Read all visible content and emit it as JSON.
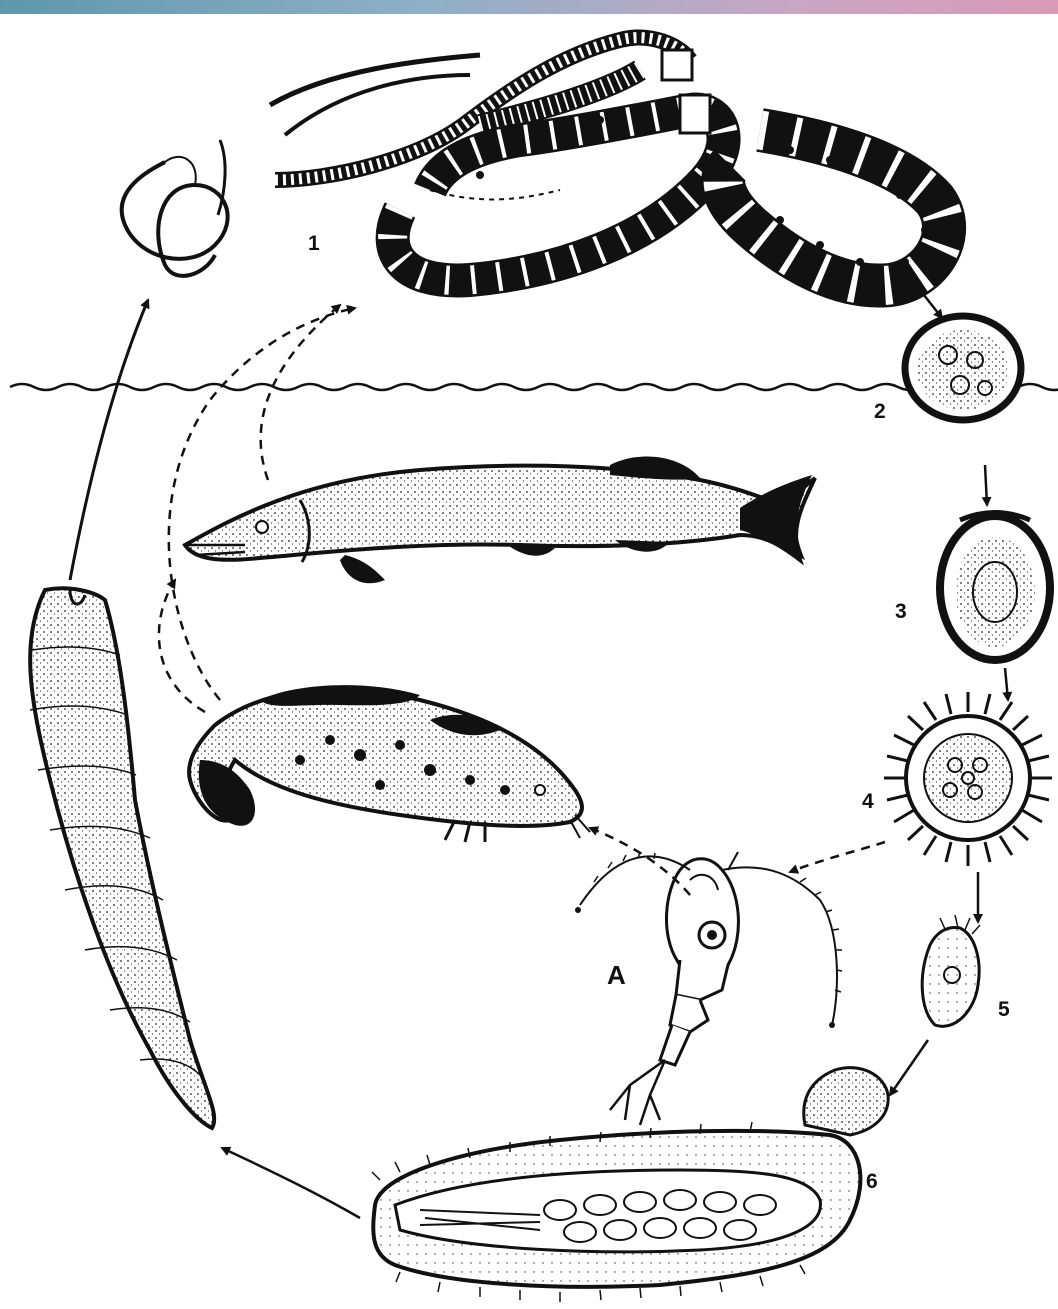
{
  "labels": {
    "stage_1": "1",
    "stage_2": "2",
    "stage_3": "3",
    "stage_4": "4",
    "stage_5": "5",
    "stage_6": "6",
    "host_a": "A"
  },
  "colors": {
    "ink": "#111111",
    "topbar_start": "#5f97ad",
    "topbar_end": "#d99ab6"
  }
}
